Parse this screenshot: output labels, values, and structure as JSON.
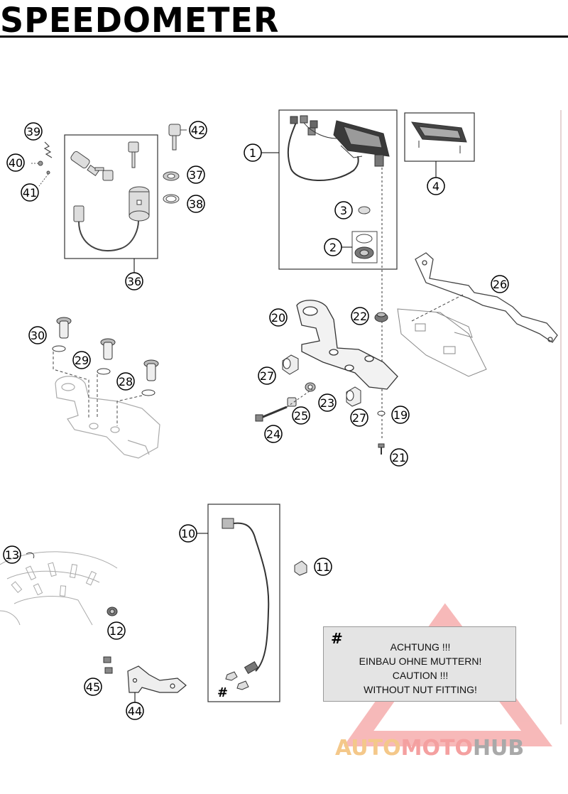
{
  "title": "SPEEDOMETER",
  "callouts": {
    "n1": "1",
    "n2": "2",
    "n3": "3",
    "n4": "4",
    "n10": "10",
    "n11": "11",
    "n12": "12",
    "n13": "13",
    "n19": "19",
    "n20": "20",
    "n21": "21",
    "n22": "22",
    "n23": "23",
    "n24": "24",
    "n25": "25",
    "n26": "26",
    "n27a": "27",
    "n27b": "27",
    "n28": "28",
    "n29": "29",
    "n30": "30",
    "n36": "36",
    "n37": "37",
    "n38": "38",
    "n39": "39",
    "n40": "40",
    "n41": "41",
    "n42": "42",
    "n44": "44",
    "n45": "45"
  },
  "hash_mark": "#",
  "note": {
    "hash": "#",
    "lines": [
      "ACHTUNG !!!",
      "EINBAU OHNE MUTTERN!",
      "CAUTION !!!",
      "WITHOUT NUT FITTING!"
    ]
  },
  "watermark": {
    "part1": "AUTO",
    "part2": "MOTO",
    "part3": "HUB"
  },
  "colors": {
    "watermark_triangle": "#f08080",
    "watermark_auto": "#f4c88a",
    "watermark_hub": "#a9a9a9",
    "note_bg": "#e4e4e4"
  }
}
